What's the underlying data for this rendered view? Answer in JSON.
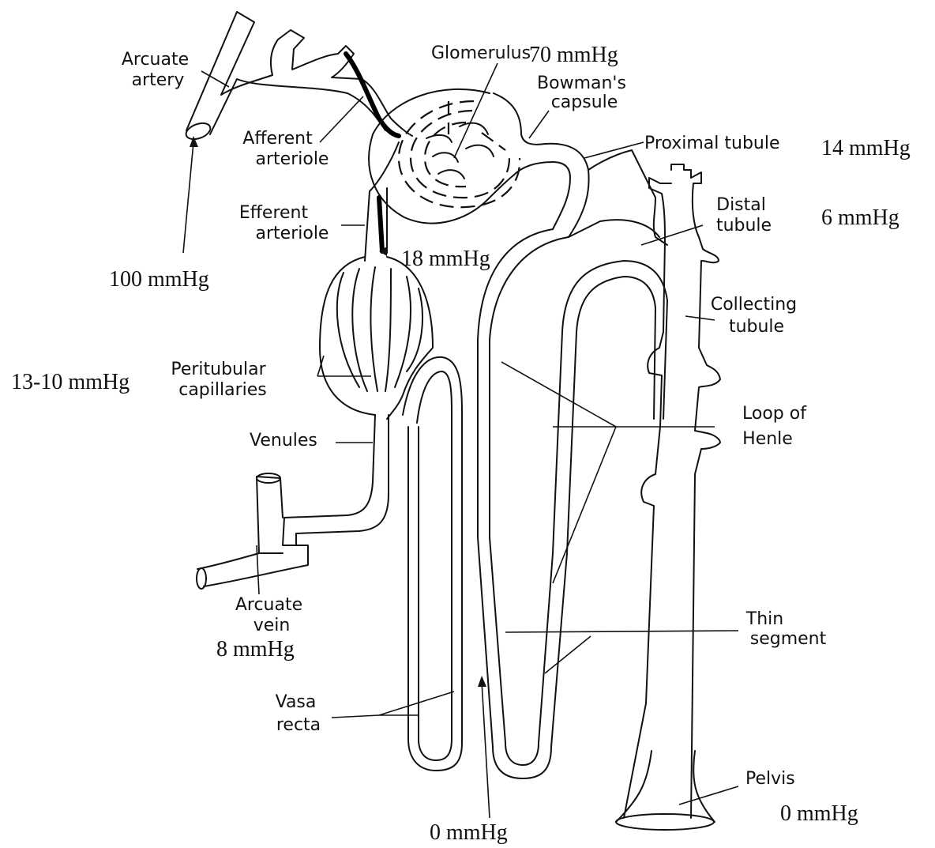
{
  "labels": {
    "arcuate_artery": [
      "Arcuate",
      "artery"
    ],
    "glomerulus": "Glomerulus",
    "bowmans_capsule": [
      "Bowman's",
      "capsule"
    ],
    "afferent_arteriole": [
      "Afferent",
      "arteriole"
    ],
    "efferent_arteriole": [
      "Efferent",
      "arteriole"
    ],
    "proximal_tubule": "Proximal  tubule",
    "distal_tubule": [
      "Distal",
      "tubule"
    ],
    "collecting_tubule": [
      "Collecting",
      "tubule"
    ],
    "peritubular_capillaries": [
      "Peritubular",
      "capillaries"
    ],
    "venules": "Venules",
    "loop_of_henle": [
      "Loop of",
      "Henle"
    ],
    "arcuate_vein": [
      "Arcuate",
      "vein"
    ],
    "thin_segment": [
      "Thin",
      "segment"
    ],
    "vasa_recta": [
      "Vasa",
      "recta"
    ],
    "pelvis": "Pelvis"
  },
  "pressures": {
    "glomerulus": "70 mmHg",
    "proximal_tubule": "14 mmHg",
    "distal_tubule": "6 mmHg",
    "efferent_arteriole": "18 mmHg",
    "arcuate_artery": "100 mmHg",
    "peritubular_capillaries": "13-10 mmHg",
    "arcuate_vein": "8 mmHg",
    "interstitium_medulla": "0 mmHg",
    "pelvis": "0 mmHg"
  }
}
